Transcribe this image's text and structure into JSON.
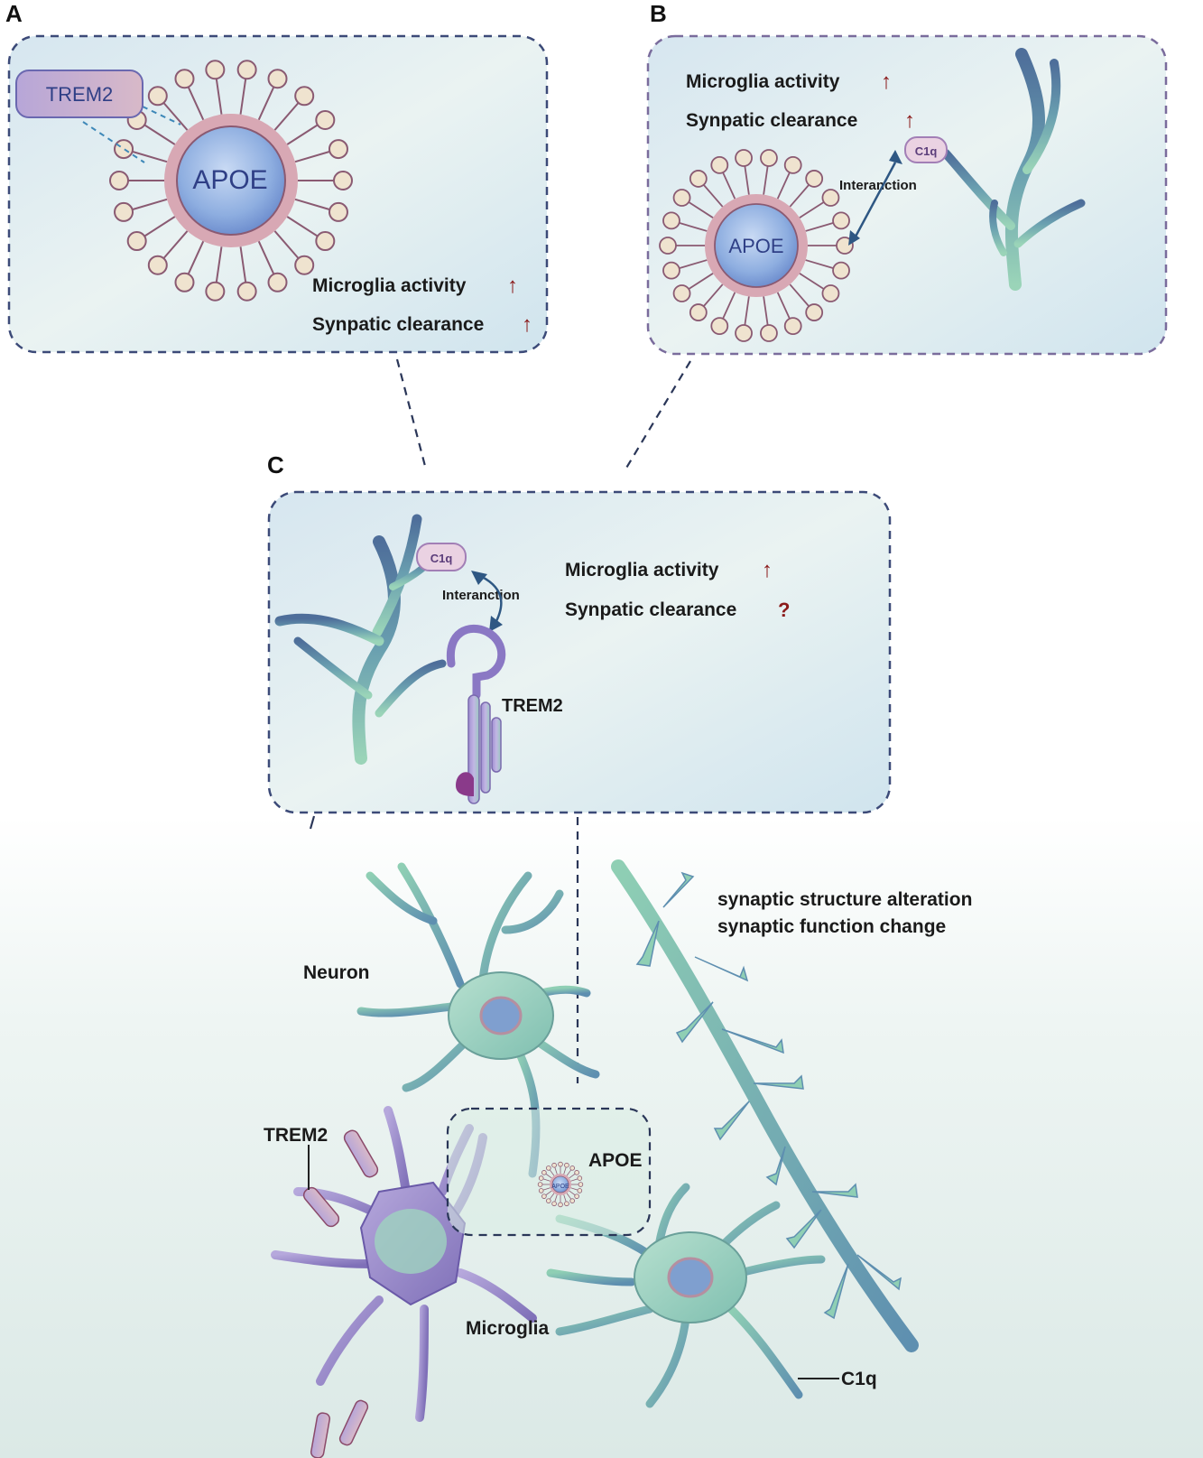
{
  "panels": {
    "A": {
      "letter": "A",
      "trem2_label": "TREM2",
      "apoe_label": "APOE",
      "line1": "Microglia activity",
      "line2": "Synpatic clearance"
    },
    "B": {
      "letter": "B",
      "line1": "Microglia activity",
      "line2": "Synpatic clearance",
      "apoe_label": "APOE",
      "c1q_label": "C1q",
      "interaction_label": "Interanction"
    },
    "C": {
      "letter": "C",
      "c1q_label": "C1q",
      "interaction_label": "Interanction",
      "line1": "Microglia activity",
      "line2": "Synpatic clearance",
      "question_mark": "?",
      "trem2_label": "TREM2"
    }
  },
  "bottom": {
    "synaptic_line1": "synaptic structure alteration",
    "synaptic_line2": "synaptic function change",
    "neuron_label": "Neuron",
    "trem2_label": "TREM2",
    "apoe_label": "APOE",
    "apoe_small_label": "APOE",
    "microglia_label": "Microglia",
    "c1q_label": "C1q"
  },
  "symbols": {
    "up_arrow": "↑"
  },
  "colors": {
    "arrow_red": "#8b1a1a",
    "panel_border": "#3c4a78",
    "panel_fill": "#d8e8f0",
    "neuron_green": "#9fd3bf",
    "microglia_purple": "#9b8ac8",
    "apoe_core": "#8fb0e0",
    "apoe_ring": "#d8a8b4"
  }
}
